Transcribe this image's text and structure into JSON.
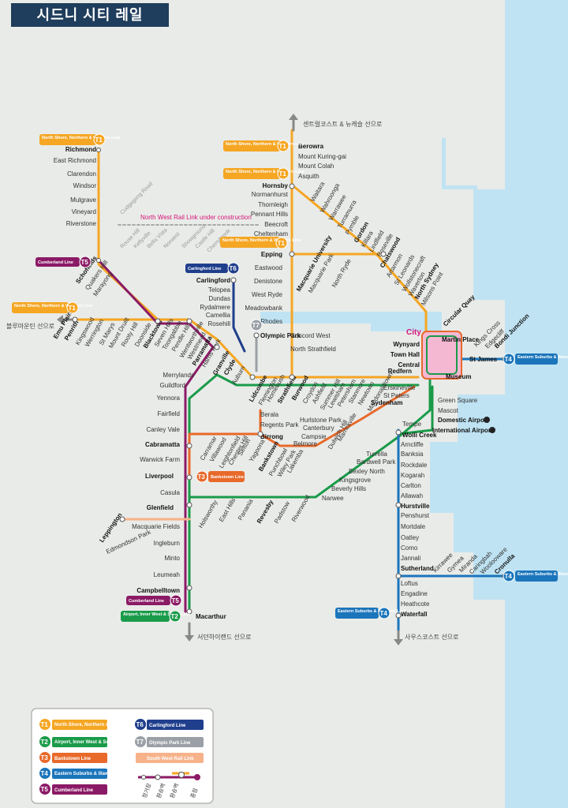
{
  "title": "시드니 시티 레일",
  "colors": {
    "T1": "#f5a623",
    "T2": "#1a9b4a",
    "T3": "#e8692a",
    "T4": "#1b75bb",
    "T5": "#8b1a66",
    "T6": "#1f3e8c",
    "T7": "#9aa0a6",
    "SW": "#f7b28a",
    "NW": "#d6147a",
    "water": "#bfe3f3",
    "land": "#e9ebe8"
  },
  "directions": {
    "north": "센트럴코스트 & 뉴캐슬 선으로",
    "west": "블루마운틴 선으로",
    "southwest": "서던하이랜드 선으로",
    "south": "사우스코스트 선으로"
  },
  "nw_rail": "North West Rail Link under construction",
  "city_label": "City",
  "line_tags": {
    "t1_nsnw": "North Shore, Northern & Western Line",
    "t2": "Airport, Inner West & South Line",
    "t3": "Bankstown Line",
    "t4": "Eastern Suburbs & Illawarra Line",
    "t5": "Cumberland Line",
    "t6": "Carlingford Line",
    "t7": "Olympic Park Line",
    "sw": "South West Rail Link"
  },
  "codes": {
    "T1": "T1",
    "T2": "T2",
    "T3": "T3",
    "T4": "T4",
    "T5": "T5",
    "T6": "T6",
    "T7": "T7"
  },
  "legend": {
    "t1": "North Shore, Northern & Western Line",
    "t2": "Airport, Inner West & South Line",
    "t3": "Bankstown Line",
    "t4": "Eastern Suburbs & Illawarra Line",
    "t5": "Cumberland Line",
    "t6": "Carlingford Line",
    "t7": "Olympic Park Line",
    "sw": "South West Rail Link",
    "sym1": "정거장",
    "sym2": "환승역",
    "sym3": "환승역",
    "sym4": "종점"
  },
  "stations": {
    "richmond": "Richmond",
    "east_richmond": "East Richmond",
    "clarendon": "Clarendon",
    "windsor": "Windsor",
    "mulgrave": "Mulgrave",
    "vineyard": "Vineyard",
    "riverstone": "Riverstone",
    "schofields": "Schofields",
    "quakers_hill": "Quakers Hill",
    "marayong": "Marayong",
    "berowra": "Berowra",
    "mount_kuring_gai": "Mount Kuring-gai",
    "mount_colah": "Mount Colah",
    "asquith": "Asquith",
    "hornsby": "Hornsby",
    "normanhurst": "Normanhurst",
    "thornleigh": "Thornleigh",
    "pennant_hills": "Pennant Hills",
    "beecroft": "Beecroft",
    "cheltenham": "Cheltenham",
    "epping": "Epping",
    "eastwood": "Eastwood",
    "denistone": "Denistone",
    "west_ryde": "West Ryde",
    "meadowbank": "Meadowbank",
    "rhodes": "Rhodes",
    "concord_west": "Concord West",
    "north_strathfield": "North Strathfield",
    "waitara": "Waitara",
    "wahroonga": "Wahroonga",
    "warrawee": "Warrawee",
    "turramurra": "Turramurra",
    "pymble": "Pymble",
    "gordon": "Gordon",
    "killara": "Killara",
    "lindfield": "Lindfield",
    "roseville": "Roseville",
    "chatswood": "Chatswood",
    "artarmon": "Artarmon",
    "st_leonards": "St Leonards",
    "wollstonecraft": "Wollstonecraft",
    "waverton": "Waverton",
    "north_sydney": "North Sydney",
    "milsons_point": "Milsons Point",
    "macquarie_university": "Macquarie University",
    "macquarie_park": "Macquarie Park",
    "north_ryde": "North Ryde",
    "carlingford": "Carlingford",
    "telopea": "Telopea",
    "dundas": "Dundas",
    "rydalmere": "Rydalmere",
    "camellia": "Camellia",
    "rosehill": "Rosehill",
    "olympic_park": "Olympic Park",
    "emu_plains": "Emu Plains",
    "penrith": "Penrith",
    "kingswood": "Kingswood",
    "werrington": "Werrington",
    "st_marys": "St Marys",
    "mount_druitt": "Mount Druitt",
    "rooty_hill": "Rooty Hill",
    "doonside": "Doonside",
    "blacktown": "Blacktown",
    "seven_hills": "Seven Hills",
    "toongabbie": "Toongabbie",
    "pendle_hill": "Pendle Hill",
    "wentworthville": "Wentworthville",
    "westmead": "Westmead",
    "parramatta": "Parramatta",
    "harris_park": "Harris Park",
    "granville": "Granville",
    "clyde": "Clyde",
    "auburn": "Auburn",
    "lidcombe": "Lidcombe",
    "flemington": "Flemington",
    "homebush": "Homebush",
    "strathfield": "Strathfield",
    "burwood": "Burwood",
    "croydon": "Croydon",
    "ashfield": "Ashfield",
    "summer_hill": "Summer Hill",
    "lewisham": "Lewisham",
    "petersham": "Petersham",
    "stanmore": "Stanmore",
    "newtown": "Newtown",
    "macdonaldtown": "Macdonaldtown",
    "erskineville": "Erskineville",
    "st_peters": "St Peters",
    "sydenham": "Sydenham",
    "wynyard": "Wynyard",
    "town_hall": "Town Hall",
    "central": "Central",
    "redfern": "Redfern",
    "circular_quay": "Circular Quay",
    "martin_place": "Martin Place",
    "st_james": "St James",
    "museum": "Museum",
    "kings_cross": "Kings Cross",
    "edgecliff": "Edgecliff",
    "bondi_junction": "Bondi Junction",
    "green_square": "Green Square",
    "mascot": "Mascot",
    "domestic_airport": "Domestic Airport",
    "international_airport": "International Airport",
    "wolli_creek": "Wolli Creek",
    "tempe": "Tempe",
    "arncliffe": "Arncliffe",
    "banksia": "Banksia",
    "rockdale": "Rockdale",
    "kogarah": "Kogarah",
    "carlton": "Carlton",
    "allawah": "Allawah",
    "hurstville": "Hurstville",
    "penshurst": "Penshurst",
    "mortdale": "Mortdale",
    "oatley": "Oatley",
    "como": "Como",
    "jannali": "Jannali",
    "sutherland": "Sutherland",
    "loftus": "Loftus",
    "engadine": "Engadine",
    "heathcote": "Heathcote",
    "waterfall": "Waterfall",
    "kirrawee": "Kirrawee",
    "gymea": "Gymea",
    "miranda": "Miranda",
    "caringbah": "Caringbah",
    "woolooware": "Woolooware",
    "cronulla": "Cronulla",
    "merrylands": "Merrylands",
    "guildford": "Guildford",
    "yennora": "Yennora",
    "fairfield": "Fairfield",
    "canley_vale": "Canley Vale",
    "cabramatta": "Cabramatta",
    "warwick_farm": "Warwick Farm",
    "liverpool": "Liverpool",
    "casula": "Casula",
    "glenfield": "Glenfield",
    "macquarie_fields": "Macquarie Fields",
    "ingleburn": "Ingleburn",
    "minto": "Minto",
    "leumeah": "Leumeah",
    "campbelltown": "Campbelltown",
    "macarthur": "Macarthur",
    "leppington": "Leppington",
    "edmondson_park": "Edmondson Park",
    "carramar": "Carramar",
    "villawood": "Villawood",
    "leightonfield": "Leightonfield",
    "chester_hill": "Chester Hill",
    "sefton": "Sefton",
    "regents_park": "Regents Park",
    "berala": "Berala",
    "birrong": "Birrong",
    "yagoona": "Yagoona",
    "bankstown": "Bankstown",
    "punchbowl": "Punchbowl",
    "wiley_park": "Wiley Park",
    "lakemba": "Lakemba",
    "belmore": "Belmore",
    "campsie": "Campsie",
    "canterbury": "Canterbury",
    "hurlstone_park": "Hurlstone Park",
    "dulwich_hill": "Dulwich Hill",
    "marrickville": "Marrickville",
    "holsworthy": "Holsworthy",
    "east_hills": "East Hills",
    "panania": "Panania",
    "revesby": "Revesby",
    "padstow": "Padstow",
    "riverwood": "Riverwood",
    "narwee": "Narwee",
    "beverly_hills": "Beverly Hills",
    "kingsgrove": "Kingsgrove",
    "bexley_north": "Bexley North",
    "bardwell_park": "Bardwell Park",
    "turrella": "Turrella",
    "cudgegong_road": "Cudgegong Road",
    "rouse_hill": "Rouse Hill",
    "kellyville": "Kellyville",
    "bella_vista": "Bella Vista",
    "norwest": "Norwest",
    "showground": "Showground",
    "castle_hill": "Castle Hill",
    "cherrybrook": "Cherrybrook"
  }
}
